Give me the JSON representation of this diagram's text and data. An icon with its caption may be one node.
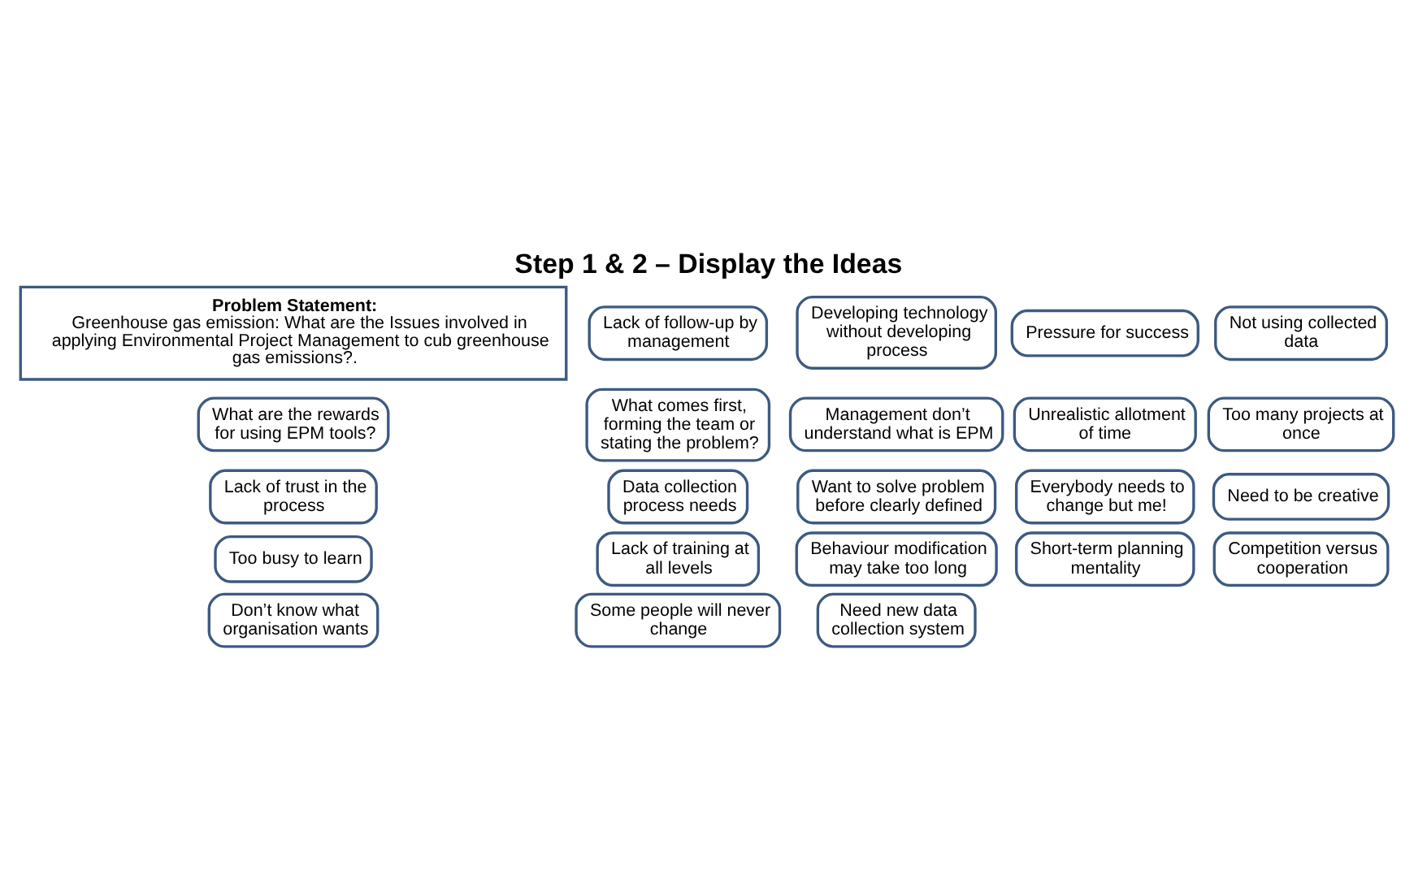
{
  "diagram": {
    "title": "Step 1 & 2 – Display the Ideas",
    "nodes": [
      {
        "text": [
          "Problem Statement:",
          "Greenhouse gas emission: What are the Issues involved in applying Environmental Project Management to cub greenhouse gas emissions?."
        ]
      },
      {
        "text": [
          "Lack of follow-up by management"
        ]
      },
      {
        "text": [
          "Developing technology without developing process"
        ]
      },
      {
        "text": [
          "Pressure for success"
        ]
      },
      {
        "text": [
          "Not using collected data"
        ]
      },
      {
        "text": [
          "What are the rewards for using EPM tools?"
        ]
      },
      {
        "text": [
          "What comes first, forming the team or stating the problem?"
        ]
      },
      {
        "text": [
          "Management don’t understand what is EPM"
        ]
      },
      {
        "text": [
          "Unrealistic allotment of time"
        ]
      },
      {
        "text": [
          "Too many projects at once"
        ]
      },
      {
        "text": [
          "Lack of trust in the process"
        ]
      },
      {
        "text": [
          "Data collection process needs"
        ]
      },
      {
        "text": [
          "Want to solve problem before clearly defined"
        ]
      },
      {
        "text": [
          "Everybody needs to change but me!"
        ]
      },
      {
        "text": [
          "Need to be creative"
        ]
      },
      {
        "text": [
          "Too busy to learn"
        ]
      },
      {
        "text": [
          "Lack of training at all levels"
        ]
      },
      {
        "text": [
          "Behaviour modification may take too long"
        ]
      },
      {
        "text": [
          "Short-term planning mentality"
        ]
      },
      {
        "text": [
          "Competition versus cooperation"
        ]
      },
      {
        "text": [
          "Don’t know what organisation wants"
        ]
      },
      {
        "text": [
          "Some people will never change"
        ]
      },
      {
        "text": [
          "Need new data collection system"
        ]
      }
    ],
    "edges": []
  }
}
